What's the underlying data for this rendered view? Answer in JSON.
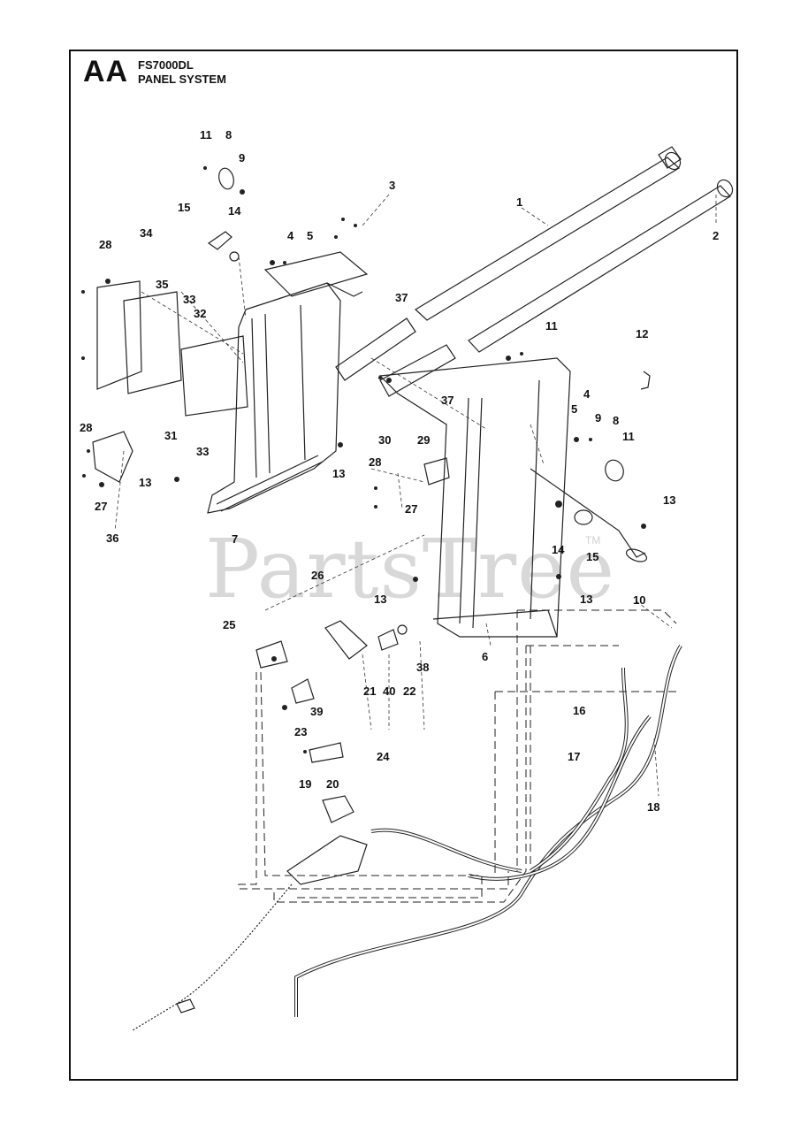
{
  "header": {
    "section_code": "AA",
    "model": "FS7000DL",
    "title": "PANEL SYSTEM"
  },
  "watermark": {
    "text": "PartsTree",
    "mark": "TM"
  },
  "callouts": [
    {
      "id": "c11a",
      "text": "11"
    },
    {
      "id": "c8a",
      "text": "8"
    },
    {
      "id": "c9a",
      "text": "9"
    },
    {
      "id": "c3",
      "text": "3"
    },
    {
      "id": "c1",
      "text": "1"
    },
    {
      "id": "c2",
      "text": "2"
    },
    {
      "id": "c15a",
      "text": "15"
    },
    {
      "id": "c14a",
      "text": "14"
    },
    {
      "id": "c4a",
      "text": "4"
    },
    {
      "id": "c5a",
      "text": "5"
    },
    {
      "id": "c28a",
      "text": "28"
    },
    {
      "id": "c34",
      "text": "34"
    },
    {
      "id": "c35",
      "text": "35"
    },
    {
      "id": "c33a",
      "text": "33"
    },
    {
      "id": "c32",
      "text": "32"
    },
    {
      "id": "c37a",
      "text": "37"
    },
    {
      "id": "c11b",
      "text": "11"
    },
    {
      "id": "c12",
      "text": "12"
    },
    {
      "id": "c37b",
      "text": "37"
    },
    {
      "id": "c4b",
      "text": "4"
    },
    {
      "id": "c5b",
      "text": "5"
    },
    {
      "id": "c9b",
      "text": "9"
    },
    {
      "id": "c8b",
      "text": "8"
    },
    {
      "id": "c11c",
      "text": "11"
    },
    {
      "id": "c28b",
      "text": "28"
    },
    {
      "id": "c31",
      "text": "31"
    },
    {
      "id": "c33b",
      "text": "33"
    },
    {
      "id": "c30",
      "text": "30"
    },
    {
      "id": "c29",
      "text": "29"
    },
    {
      "id": "c13a",
      "text": "13"
    },
    {
      "id": "c28c",
      "text": "28"
    },
    {
      "id": "c13b",
      "text": "13"
    },
    {
      "id": "c27a",
      "text": "27"
    },
    {
      "id": "c27b",
      "text": "27"
    },
    {
      "id": "c13c",
      "text": "13"
    },
    {
      "id": "c36",
      "text": "36"
    },
    {
      "id": "c7",
      "text": "7"
    },
    {
      "id": "c14b",
      "text": "14"
    },
    {
      "id": "c15b",
      "text": "15"
    },
    {
      "id": "c26",
      "text": "26"
    },
    {
      "id": "c13d",
      "text": "13"
    },
    {
      "id": "c13e",
      "text": "13"
    },
    {
      "id": "c10",
      "text": "10"
    },
    {
      "id": "c25",
      "text": "25"
    },
    {
      "id": "c6",
      "text": "6"
    },
    {
      "id": "c38",
      "text": "38"
    },
    {
      "id": "c21",
      "text": "21"
    },
    {
      "id": "c40",
      "text": "40"
    },
    {
      "id": "c22",
      "text": "22"
    },
    {
      "id": "c39",
      "text": "39"
    },
    {
      "id": "c16",
      "text": "16"
    },
    {
      "id": "c23",
      "text": "23"
    },
    {
      "id": "c24",
      "text": "24"
    },
    {
      "id": "c17",
      "text": "17"
    },
    {
      "id": "c19",
      "text": "19"
    },
    {
      "id": "c20",
      "text": "20"
    },
    {
      "id": "c18",
      "text": "18"
    }
  ]
}
